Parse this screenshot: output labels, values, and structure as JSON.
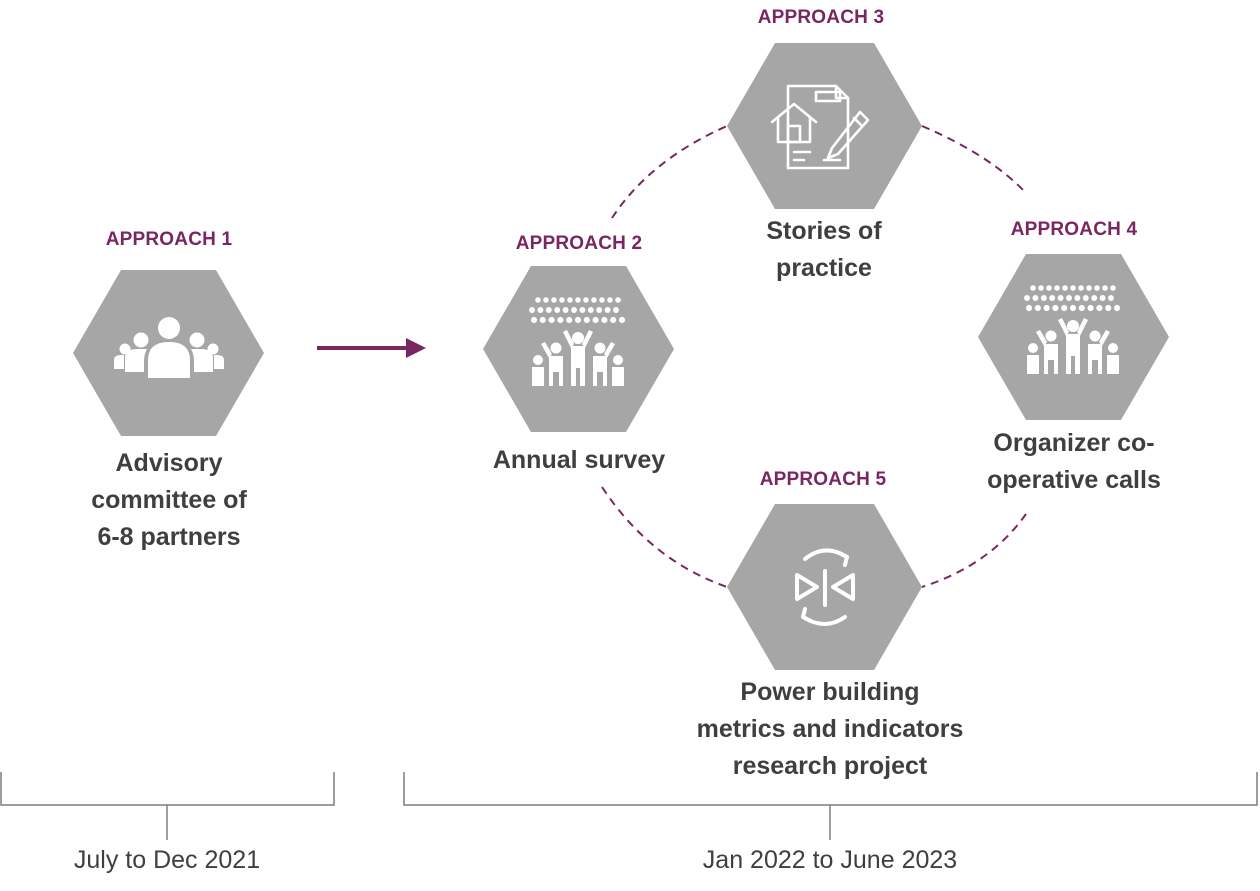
{
  "colors": {
    "accent": "#7a2660",
    "hexagon": "#a6a6a6",
    "text": "#3f3f3f",
    "bracket": "#7f7f7f"
  },
  "approaches": [
    {
      "heading": "APPROACH 1",
      "label": [
        "Advisory",
        "committee of",
        "6-8 partners"
      ],
      "icon": "group-people-icon"
    },
    {
      "heading": "APPROACH 2",
      "label": [
        "Annual survey"
      ],
      "icon": "crowd-cheering-icon"
    },
    {
      "heading": "APPROACH 3",
      "label": [
        "Stories of",
        "practice"
      ],
      "icon": "document-house-pen-icon"
    },
    {
      "heading": "APPROACH 4",
      "label": [
        "Organizer co-",
        "operative calls"
      ],
      "icon": "crowd-cheering-icon"
    },
    {
      "heading": "APPROACH 5",
      "label": [
        "Power building",
        "metrics and indicators",
        "research project"
      ],
      "icon": "compare-cycle-icon"
    }
  ],
  "timeline": [
    {
      "period": "July to Dec 2021"
    },
    {
      "period": "Jan 2022 to June 2023"
    }
  ]
}
